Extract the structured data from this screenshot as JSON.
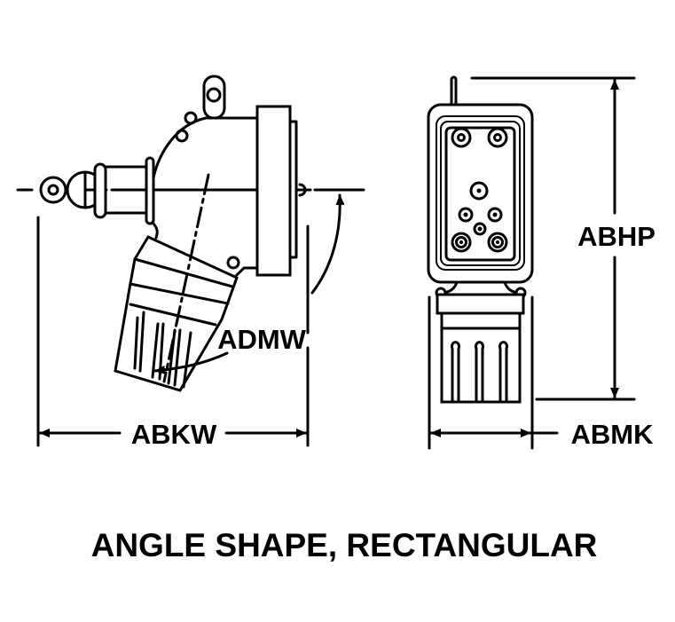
{
  "title": "ANGLE SHAPE, RECTANGULAR",
  "dimensions": {
    "left_width": "ABKW",
    "angle": "ADMW",
    "right_height": "ABHP",
    "right_width": "ABMK"
  },
  "colors": {
    "ink": "#000000",
    "background": "#ffffff"
  }
}
